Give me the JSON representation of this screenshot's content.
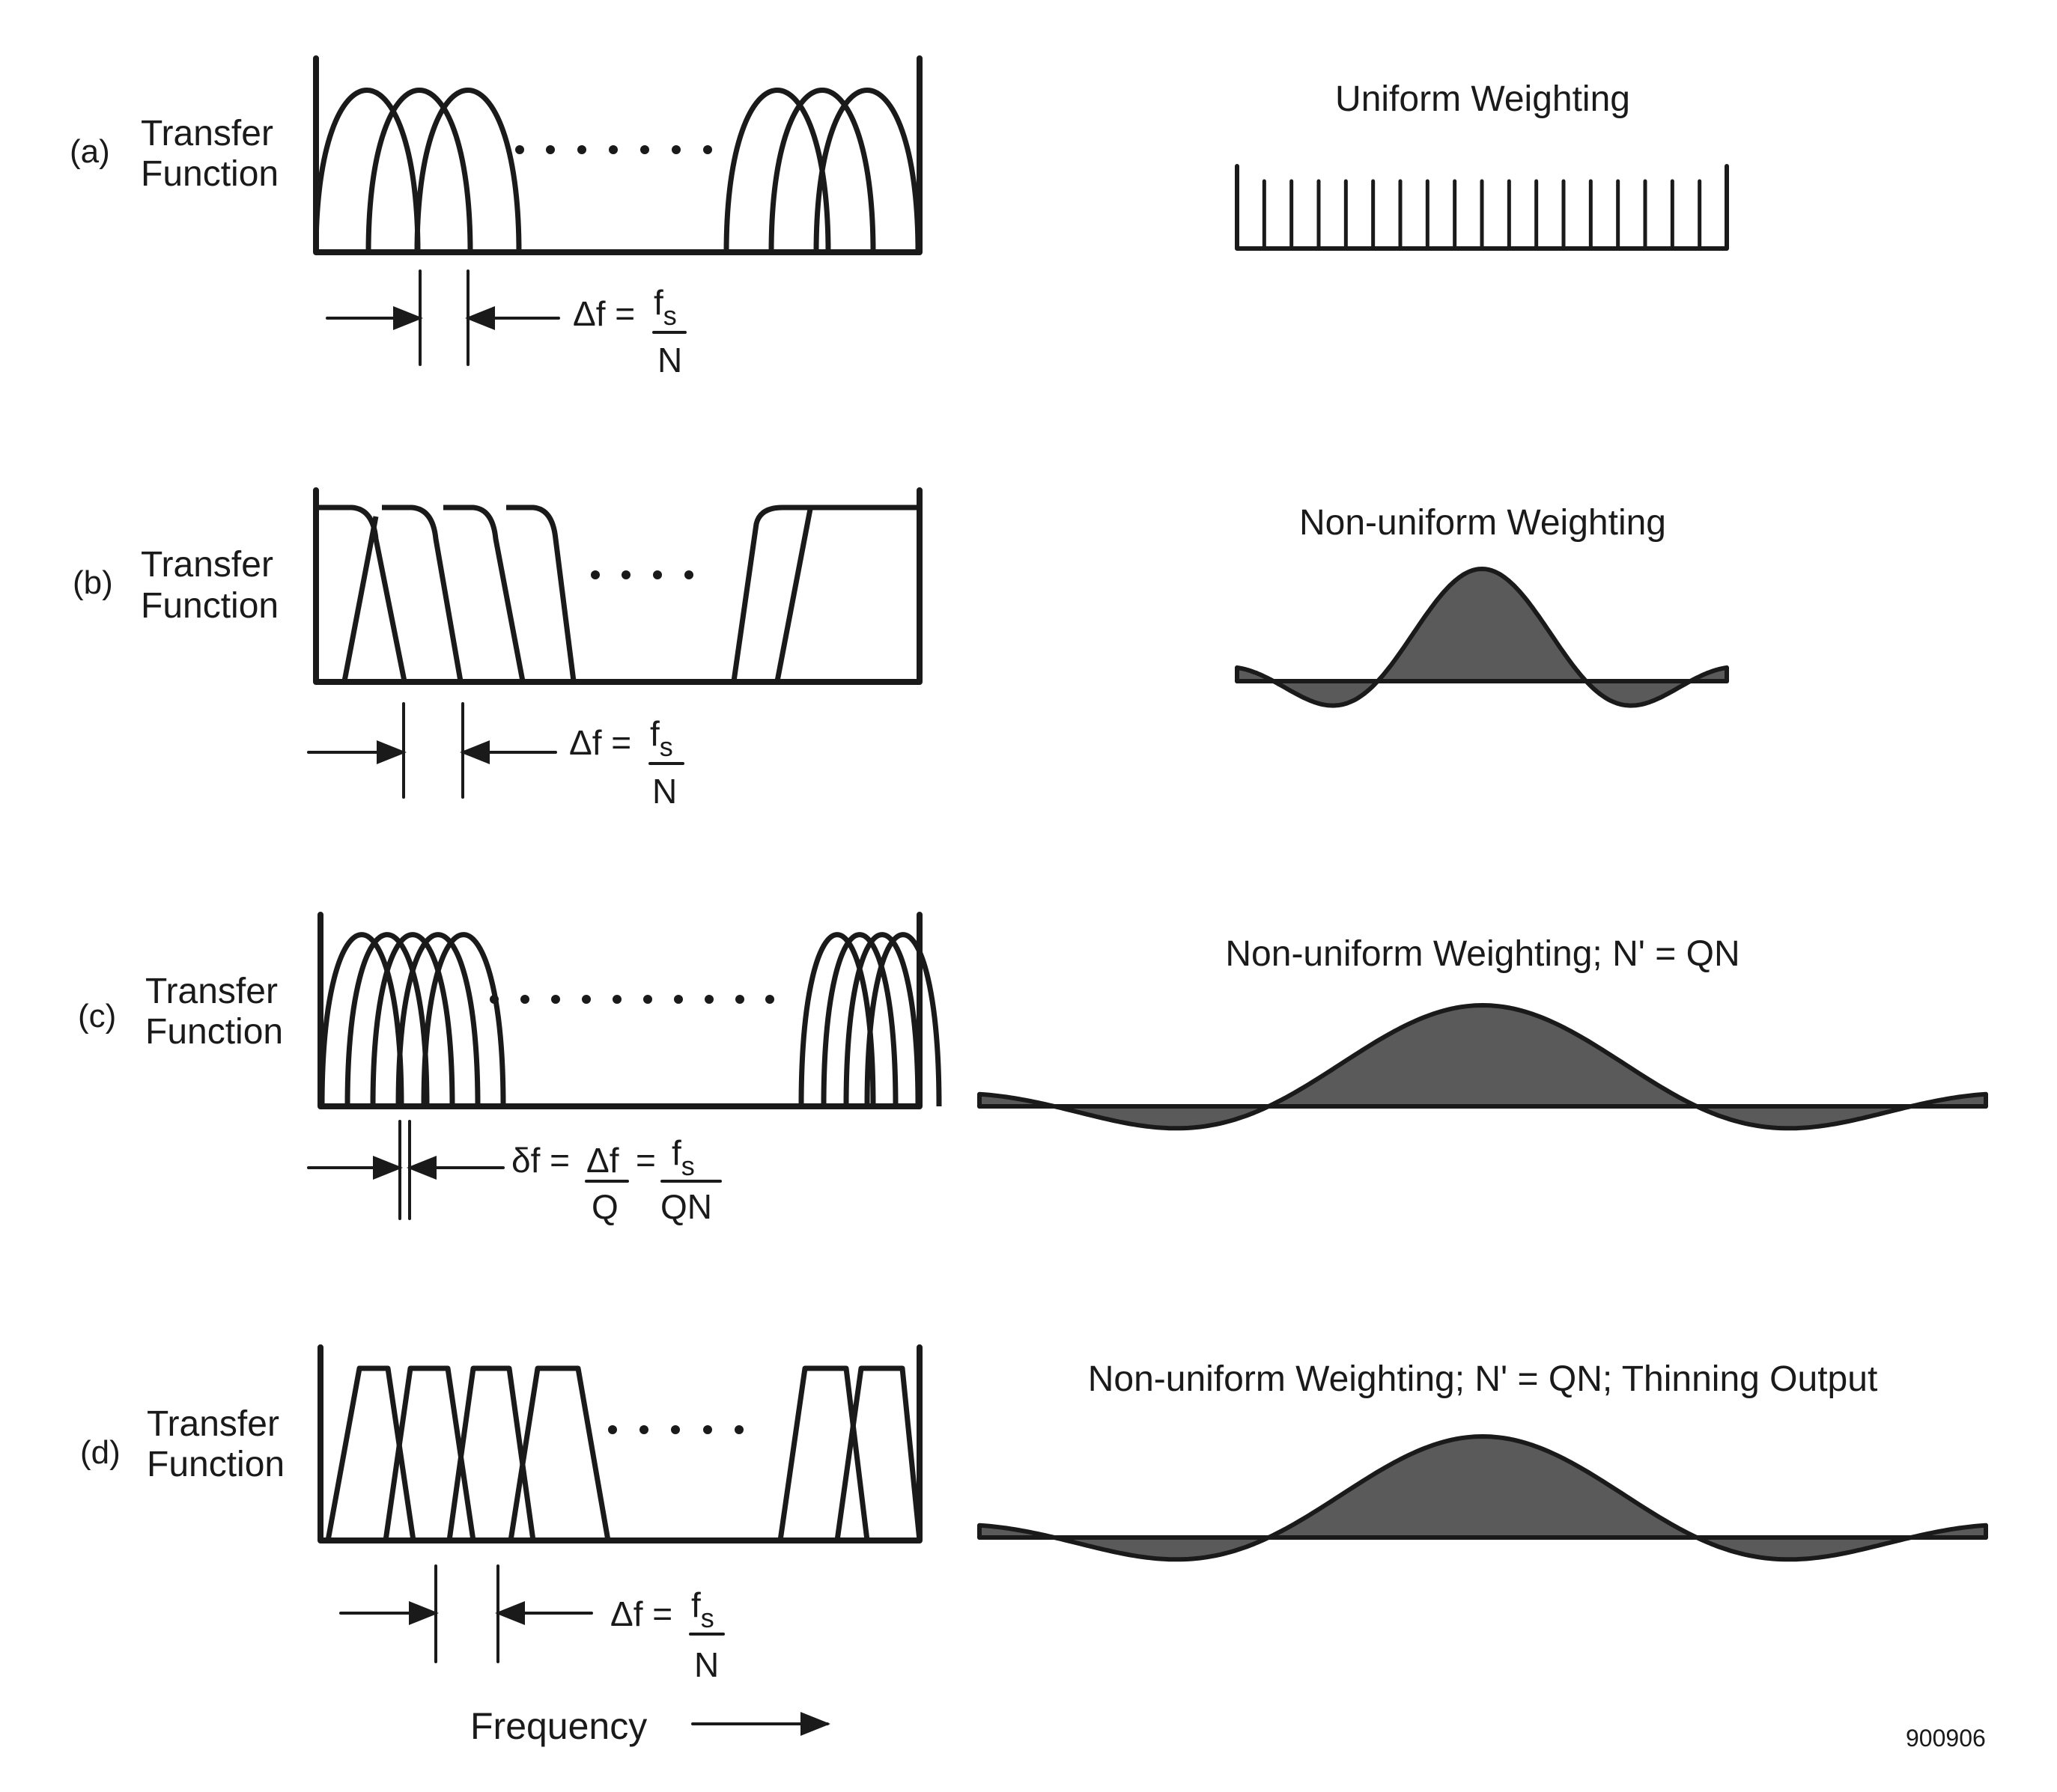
{
  "panels": [
    {
      "tag": "(a)",
      "ylabel_line1": "Transfer",
      "ylabel_line2": "Function",
      "delta_lhs": "Δf =",
      "delta_mid_num": "",
      "delta_mid_den": "",
      "delta_eq2": "",
      "delta_num": "f",
      "delta_num_sub": "s",
      "delta_den": "N",
      "weight_title": "Uniform Weighting"
    },
    {
      "tag": "(b)",
      "ylabel_line1": "Transfer",
      "ylabel_line2": "Function",
      "delta_lhs": "Δf =",
      "delta_mid_num": "",
      "delta_mid_den": "",
      "delta_eq2": "",
      "delta_num": "f",
      "delta_num_sub": "s",
      "delta_den": "N",
      "weight_title": "Non-uniform Weighting"
    },
    {
      "tag": "(c)",
      "ylabel_line1": "Transfer",
      "ylabel_line2": "Function",
      "delta_lhs": "δf =",
      "delta_mid_num": "Δf",
      "delta_mid_den": "Q",
      "delta_eq2": "=",
      "delta_num": "f",
      "delta_num_sub": "s",
      "delta_den": "QN",
      "weight_title": "Non-uniform Weighting; N' = QN"
    },
    {
      "tag": "(d)",
      "ylabel_line1": "Transfer",
      "ylabel_line2": "Function",
      "delta_lhs": "Δf =",
      "delta_mid_num": "",
      "delta_mid_den": "",
      "delta_eq2": "",
      "delta_num": "f",
      "delta_num_sub": "s",
      "delta_den": "N",
      "weight_title": "Non-uniform Weighting; N' = QN; Thinning Output"
    }
  ],
  "xaxis_label": "Frequency",
  "figure_number": "900906",
  "colors": {
    "ink": "#1a1a1a",
    "weight_fill": "#5a5a5a",
    "background": "#ffffff"
  }
}
